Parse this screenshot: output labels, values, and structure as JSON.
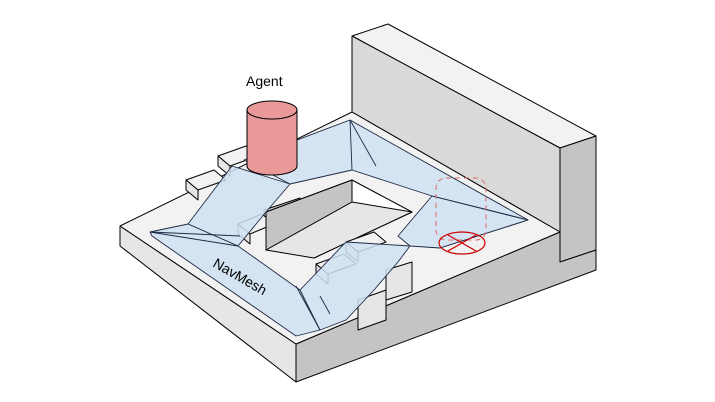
{
  "labels": {
    "agent": "Agent",
    "navmesh": "NavMesh"
  },
  "colors": {
    "background": "#ffffff",
    "top_surface": "#f2f2f2",
    "side_light": "#e6e6e6",
    "side_mid": "#d9d9d9",
    "side_dark": "#c4c4c4",
    "navmesh_fill": "#cfe2f3",
    "agent_body": "#ea9999",
    "agent_top": "#f4c4c4",
    "agent_stroke": "#a0252a",
    "target_marker": "#cc0000",
    "ghost_agent": "#e06666"
  },
  "icons": {
    "agent": "cylinder-agent",
    "target": "crossed-circle-marker"
  }
}
